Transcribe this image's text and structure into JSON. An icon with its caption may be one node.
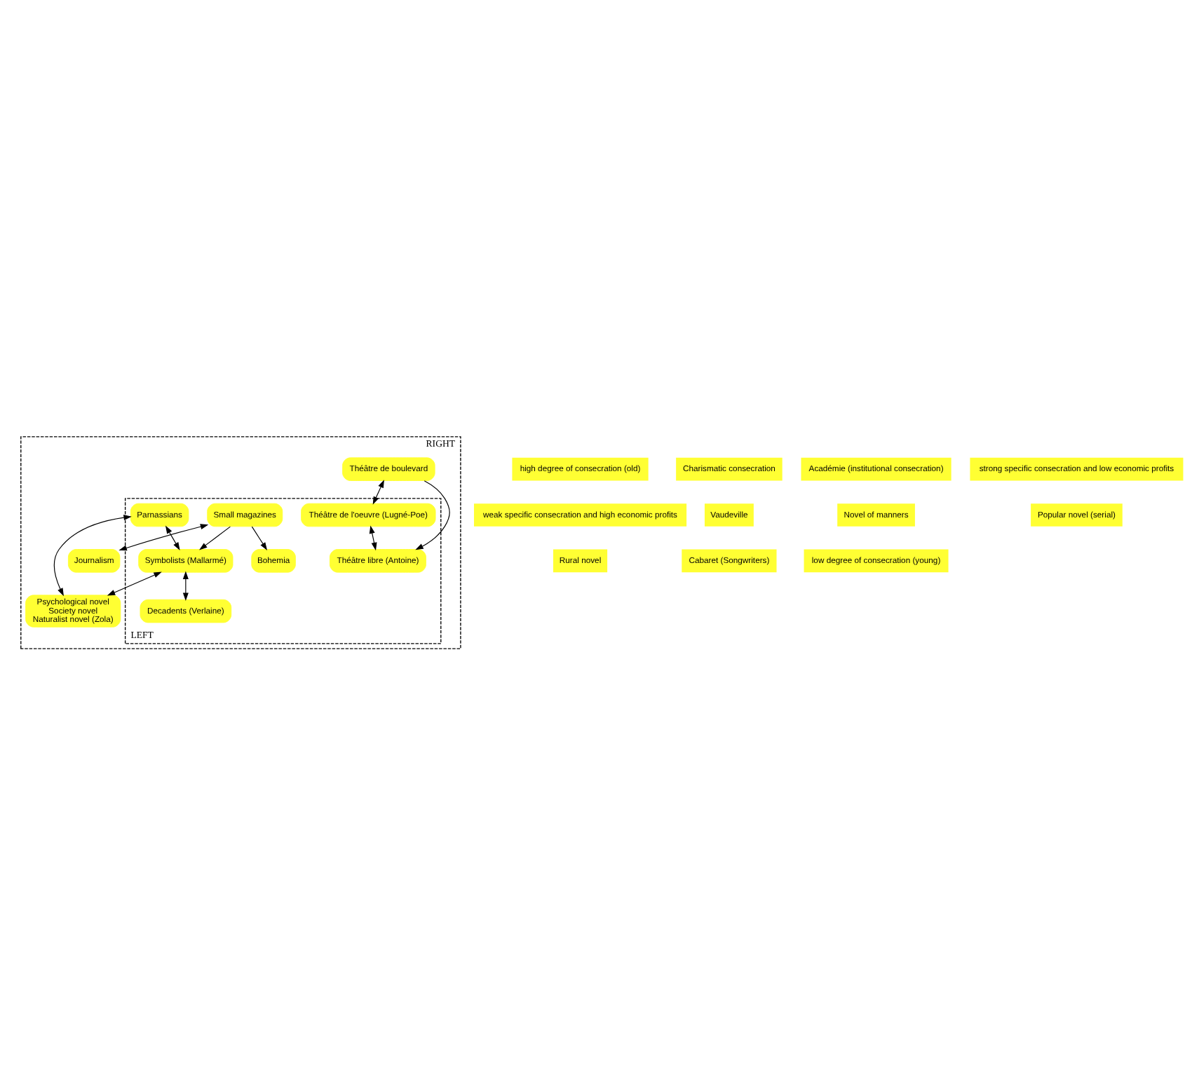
{
  "diagram": {
    "nodes": [
      {
        "text": [
          "RIGHT"
        ]
      },
      {
        "text": [
          "LEFT"
        ],
        "in": 0
      },
      {
        "text": [
          "Parnassians"
        ],
        "in": 1
      },
      {
        "text": [
          "Psychological novel",
          "Society novel",
          "Naturalist novel (Zola)"
        ],
        "in": 0
      },
      {
        "text": [
          "Symbolists (Mallarmé)"
        ],
        "in": 1
      },
      {
        "text": [
          "Théâtre de boulevard"
        ],
        "in": 0
      },
      {
        "text": [
          "Théâtre de l'oeuvre (Lugné-Poe)"
        ],
        "in": 1
      },
      {
        "text": [
          "Decadents (Verlaine)"
        ],
        "in": 1
      },
      {
        "text": [
          "Théâtre libre (Antoine)"
        ],
        "in": 1
      },
      {
        "text": [
          "Small magazines"
        ],
        "in": 1
      },
      {
        "text": [
          "Journalism"
        ],
        "in": 0
      },
      {
        "text": [
          "Bohemia"
        ],
        "in": 1
      }
    ],
    "edges": [
      {
        "from": 2,
        "to": 4,
        "arrow": "both"
      },
      {
        "from": 2,
        "to": 3,
        "arrow": "both"
      },
      {
        "from": 4,
        "to": 3,
        "arrow": "both"
      },
      {
        "from": 4,
        "to": 7,
        "arrow": "both"
      },
      {
        "from": 5,
        "to": 6,
        "arrow": "both"
      },
      {
        "from": 5,
        "to": 8,
        "arrow": "to"
      },
      {
        "from": 6,
        "to": 8,
        "arrow": "both"
      },
      {
        "from": 9,
        "to": 4,
        "arrow": "to"
      },
      {
        "from": 9,
        "to": 10,
        "arrow": "both"
      },
      {
        "from": 9,
        "to": 11,
        "arrow": "to"
      }
    ],
    "labels": [
      "high degree of consecration (old)",
      "Charismatic consecration",
      "Académie (institutional consecration)",
      "strong specific consecration and low economic profits",
      "weak specific consecration and high economic profits",
      "Vaudeville",
      "Novel of manners",
      "Popular novel (serial)",
      "Rural novel",
      "Cabaret (Songwriters)",
      "low degree of consecration (young)"
    ]
  }
}
